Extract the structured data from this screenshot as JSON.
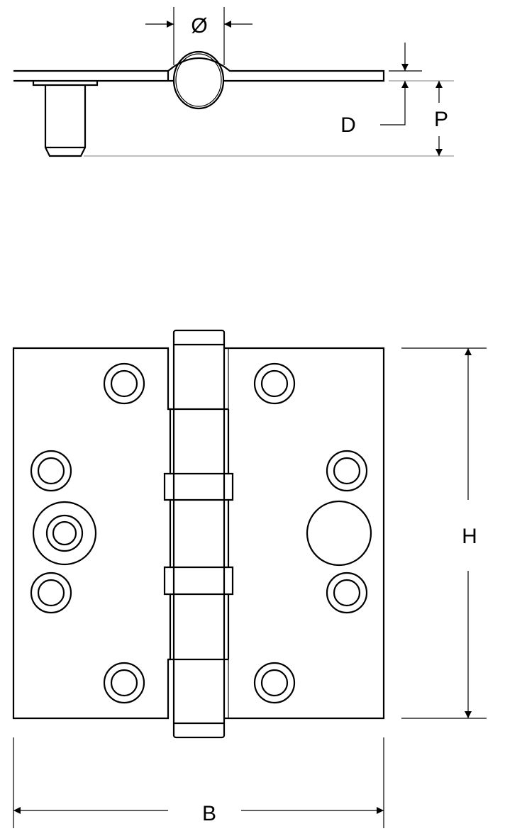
{
  "labels": {
    "diameter": "Ø",
    "thickness": "D",
    "projection": "P",
    "height": "H",
    "width": "B"
  },
  "views": [
    "side-view",
    "front-view"
  ]
}
